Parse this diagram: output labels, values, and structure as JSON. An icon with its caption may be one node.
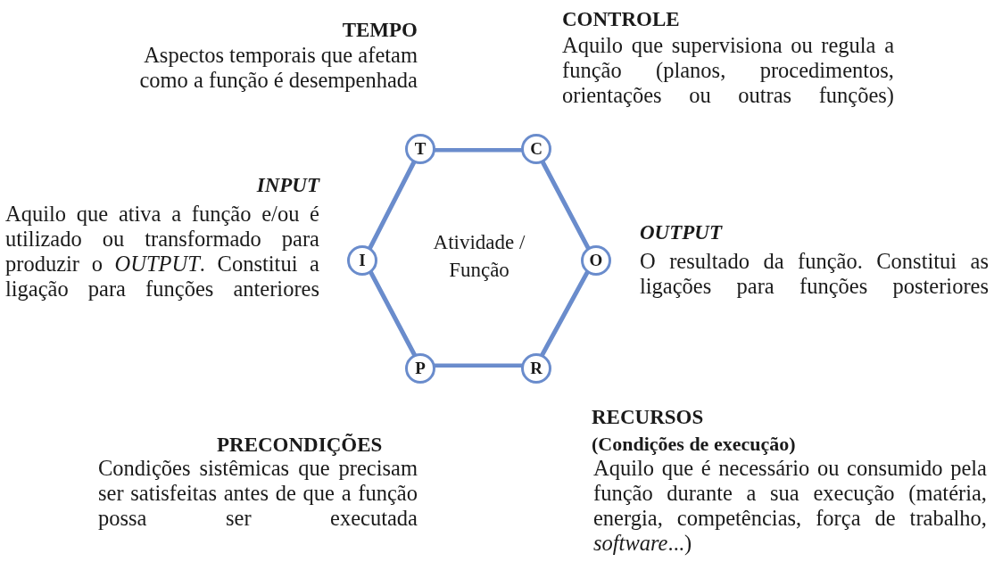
{
  "diagram": {
    "nodes": [
      {
        "text": [
          "Atividade / Função"
        ]
      },
      {
        "text": [
          "T"
        ]
      },
      {
        "text": [
          "C"
        ]
      },
      {
        "text": [
          "O"
        ]
      },
      {
        "text": [
          "R"
        ]
      },
      {
        "text": [
          "P"
        ]
      },
      {
        "text": [
          "I"
        ]
      }
    ],
    "edges": [],
    "labels": [
      "TEMPO",
      "Aspectos temporais que afetam como a função é desempenhada",
      "CONTROLE",
      "Aquilo que supervisiona ou regula a função (planos, procedimentos, orientações ou outras funções)",
      "INPUT",
      "Aquilo que ativa a função e/ou é utilizado ou transformado para produzir o *OUTPUT*. Constitui a ligação para funções anteriores",
      "OUTPUT",
      "O resultado da função. Constitui as ligações para funções posteriores",
      "RECURSOS",
      "(Condições de execução)",
      "Aquilo que é necessário ou consumido pela função durante a sua execução (matéria, energia, competências, força de trabalho, *software*...)",
      "PRECONDIÇÕES",
      "Condições sistêmicas que precisam ser satisfeitas antes de que a função possa ser executada"
    ]
  }
}
